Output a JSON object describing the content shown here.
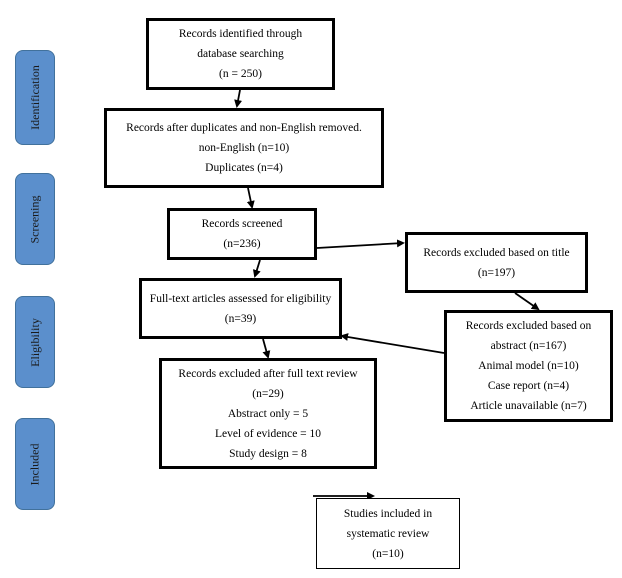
{
  "stages": {
    "identification": "Identification",
    "screening": "Screening",
    "eligibility": "Eligibility",
    "included": "Included"
  },
  "boxes": {
    "identified": [
      "Records identified through",
      "database searching",
      "(n = 250)"
    ],
    "after_duplicates": [
      "Records after duplicates and non-English removed.",
      "non-English (n=10)",
      "Duplicates (n=4)"
    ],
    "screened": [
      "Records screened",
      "(n=236)"
    ],
    "excluded_title": [
      "Records excluded based on title",
      "(n=197)"
    ],
    "full_text": [
      "Full-text articles assessed for eligibility",
      "(n=39)"
    ],
    "excluded_abstract": [
      "Records excluded based on",
      "abstract (n=167)",
      "Animal model (n=10)",
      "Case report (n=4)",
      "Article unavailable (n=7)"
    ],
    "excluded_full_text": [
      "Records excluded after full text review",
      "(n=29)",
      "Abstract only = 5",
      "Level of evidence = 10",
      "Study design = 8"
    ],
    "included": [
      "Studies included in",
      "systematic review",
      "(n=10)"
    ]
  }
}
